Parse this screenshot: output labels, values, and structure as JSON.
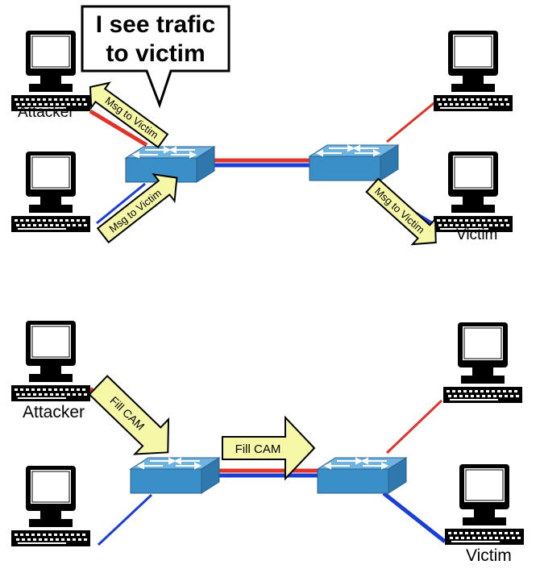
{
  "top_scenario": {
    "callout": {
      "line1": "I see trafic",
      "line2": "to victim"
    },
    "attacker_label": "Attacker",
    "victim_label": "Victim",
    "arrows": [
      {
        "name": "arrow-attacker-receives",
        "text": "Msg to Victim"
      },
      {
        "name": "arrow-sender-to-switch",
        "text": "Msg to Victim"
      },
      {
        "name": "arrow-switch-to-victim",
        "text": "Msg to Victim"
      }
    ]
  },
  "bottom_scenario": {
    "attacker_label": "Attacker",
    "victim_label": "Victim",
    "arrows": [
      {
        "name": "arrow-attacker-fill-cam",
        "text": "Fill CAM"
      },
      {
        "name": "arrow-trunk-fill-cam",
        "text": "Fill CAM"
      }
    ]
  },
  "colors": {
    "attacker_link": "#e0342a",
    "victim_link": "#1a3fd6",
    "switch_top": "#6fb3e0",
    "switch_front": "#3b8fc9",
    "switch_side": "#2f78ad",
    "arrow_fill": "#f7f7a8",
    "callout_fill": "#ffffff"
  },
  "icons": {
    "computer": "computer-icon",
    "switch": "switch-icon"
  }
}
